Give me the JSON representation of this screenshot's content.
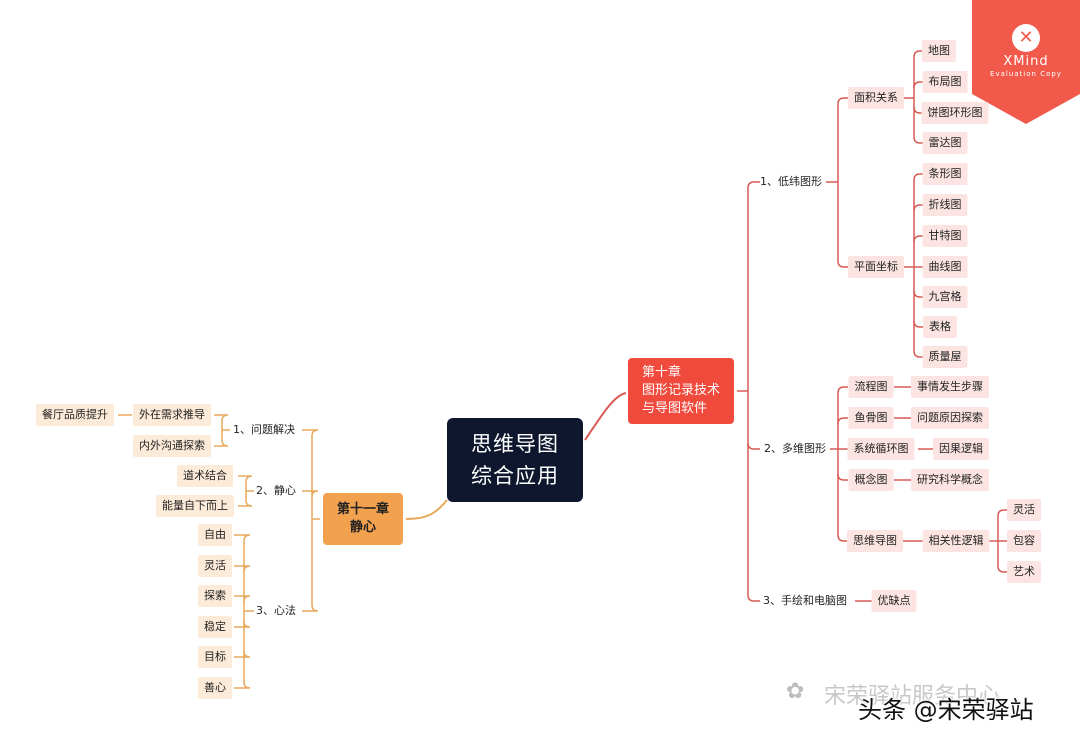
{
  "central": {
    "line1": "思维导图",
    "line2": "综合应用"
  },
  "ch10": {
    "line1": "第十章",
    "line2": "图形记录技术",
    "line3": "与导图软件",
    "b1": {
      "label": "1、低纬图形",
      "area": {
        "label": "面积关系",
        "items": [
          "地图",
          "布局图",
          "饼图环形图",
          "雷达图"
        ]
      },
      "plane": {
        "label": "平面坐标",
        "items": [
          "条形图",
          "折线图",
          "甘特图",
          "曲线图",
          "九宫格",
          "表格",
          "质量屋"
        ]
      }
    },
    "b2": {
      "label": "2、多维图形",
      "items": [
        {
          "label": "流程图",
          "detail": "事情发生步骤"
        },
        {
          "label": "鱼骨图",
          "detail": "问题原因探索"
        },
        {
          "label": "系统循环图",
          "detail": "因果逻辑"
        },
        {
          "label": "概念图",
          "detail": "研究科学概念"
        },
        {
          "label": "思维导图",
          "detail": "相关性逻辑",
          "subs": [
            "灵活",
            "包容",
            "艺术"
          ]
        }
      ]
    },
    "b3": {
      "label": "3、手绘和电脑图",
      "detail": "优缺点"
    }
  },
  "ch11": {
    "line1": "第十一章",
    "line2": "静心",
    "b1": {
      "label": "1、问题解决",
      "items": [
        "外在需求推导",
        "内外沟通探索"
      ],
      "extra": "餐厅品质提升"
    },
    "b2": {
      "label": "2、静心",
      "items": [
        "道术结合",
        "能量自下而上"
      ]
    },
    "b3": {
      "label": "3、心法",
      "items": [
        "自由",
        "灵活",
        "探索",
        "稳定",
        "目标",
        "善心"
      ]
    }
  },
  "watermarks": {
    "xmind_brand": "XMind",
    "xmind_eval": "Evaluation Copy",
    "wechat": "宋荣驿站服务中心",
    "toutiao": "头条 @宋荣驿站"
  },
  "colors": {
    "central": "#0f172e",
    "chapter10": "#f04a3d",
    "chapter11": "#f2a14f",
    "leaf_red": "#fbe4e2",
    "leaf_orange": "#fdebd9",
    "line_red": "#d85a55",
    "line_orange": "#e8a95c",
    "xmind_badge": "#f15a4b"
  }
}
